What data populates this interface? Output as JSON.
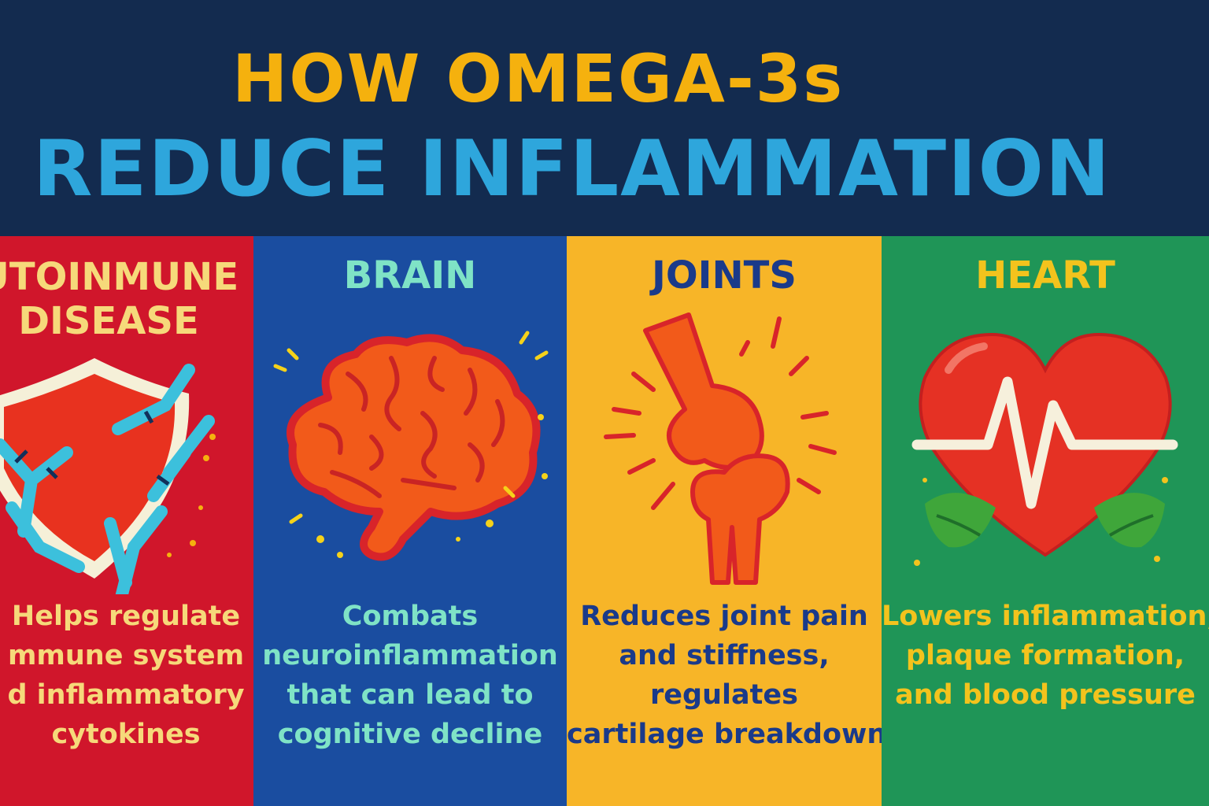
{
  "header": {
    "title_line1": "HOW OMEGA-3s",
    "title_line2": "REDUCE INFLAMMATION",
    "colors": {
      "background": "#132b4f",
      "line1": "#f5b10e",
      "line2": "#2ea6dc"
    }
  },
  "panels": [
    {
      "title_lines": [
        "UTOINMUNE",
        "DISEASE"
      ],
      "body_lines": [
        "Helps regulate",
        "mmune system",
        "d inflammatory",
        "cytokines"
      ],
      "icon": "shield-antibody-icon",
      "colors": {
        "background": "#d0162b",
        "text": "#f6d97a"
      }
    },
    {
      "title_lines": [
        "BRAIN"
      ],
      "body_lines": [
        "Combats",
        "neuroinflammation",
        "that can lead to",
        "cognitive decline"
      ],
      "icon": "brain-icon",
      "colors": {
        "background": "#1a4da0",
        "text": "#7fe3c6"
      }
    },
    {
      "title_lines": [
        "JOINTS"
      ],
      "body_lines": [
        "Reduces joint pain",
        "and stiffness,",
        "regulates",
        "cartilage breakdown"
      ],
      "icon": "knee-joint-icon",
      "colors": {
        "background": "#f7b528",
        "text": "#1a3a8a"
      }
    },
    {
      "title_lines": [
        "HEART"
      ],
      "body_lines": [
        "Lowers inflammation,",
        "plaque formation,",
        "and blood pressure"
      ],
      "icon": "heart-pulse-icon",
      "colors": {
        "background": "#1f9557",
        "text": "#f3c31d"
      }
    }
  ]
}
